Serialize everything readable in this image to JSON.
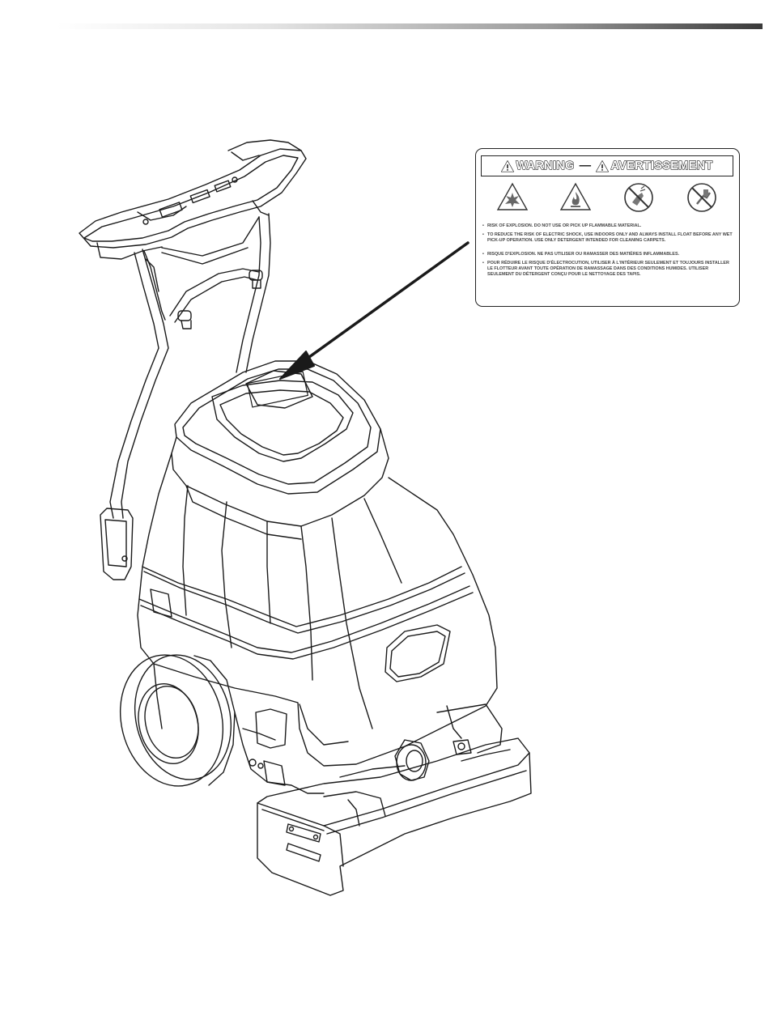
{
  "warning_label": {
    "title_en": "WARNING",
    "title_separator": "—",
    "title_fr": "AVERTISSEMENT",
    "icons": [
      "explosion-icon",
      "flammable-icon",
      "no-spray-icon",
      "no-extension-cord-icon"
    ],
    "text_en": [
      "RISK OF EXPLOSION. DO NOT USE OR PICK UP FLAMMABLE MATERIAL.",
      "TO REDUCE THE RISK OF ELECTRIC SHOCK, USE INDOORS ONLY AND ALWAYS INSTALL FLOAT BEFORE ANY WET PICK-UP OPERATION. USE ONLY DETERGENT INTENDED FOR CLEANING CARPETS."
    ],
    "text_fr": [
      "RISQUE D'EXPLOSION. NE PAS UTILISER OU RAMASSER DES MATIÈRES INFLAMMABLES.",
      "POUR RÉDUIRE LE RISQUE D'ÉLECTROCUTION, UTILISER À L'INTÉRIEUR SEULEMENT ET TOUJOURS INSTALLER LE FLOTTEUR AVANT TOUTE OPÉRATION DE RAMASSAGE DANS DES CONDITIONS HUMIDES. UTILISER SEULEMENT DU DÉTERGENT CONÇU POUR LE NETTOYAGE DES TAPIS."
    ]
  },
  "colors": {
    "line": "#1a1a1a",
    "background": "#ffffff"
  }
}
